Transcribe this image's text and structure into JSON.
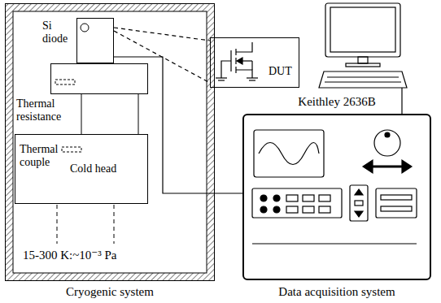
{
  "diagram": {
    "nodes": [
      {
        "text": [
          "15-300 K:~10⁻³ Pa",
          "Cryogenic system"
        ]
      },
      {
        "text": [
          "Si diode"
        ],
        "in": 0
      },
      {
        "text": [
          "Thermal resistance"
        ],
        "in": 0
      },
      {
        "text": [
          "Thermal couple",
          "Cold head"
        ],
        "in": 0
      },
      {
        "text": [
          "DUT"
        ]
      },
      {
        "text": [
          "Keithley 2636B"
        ]
      }
    ],
    "edges": [
      {
        "from": 1,
        "to": 4,
        "arrow": "none"
      },
      {
        "from": 1,
        "to": 5,
        "arrow": "none"
      }
    ],
    "labels": [
      "Data acquisition system"
    ]
  }
}
